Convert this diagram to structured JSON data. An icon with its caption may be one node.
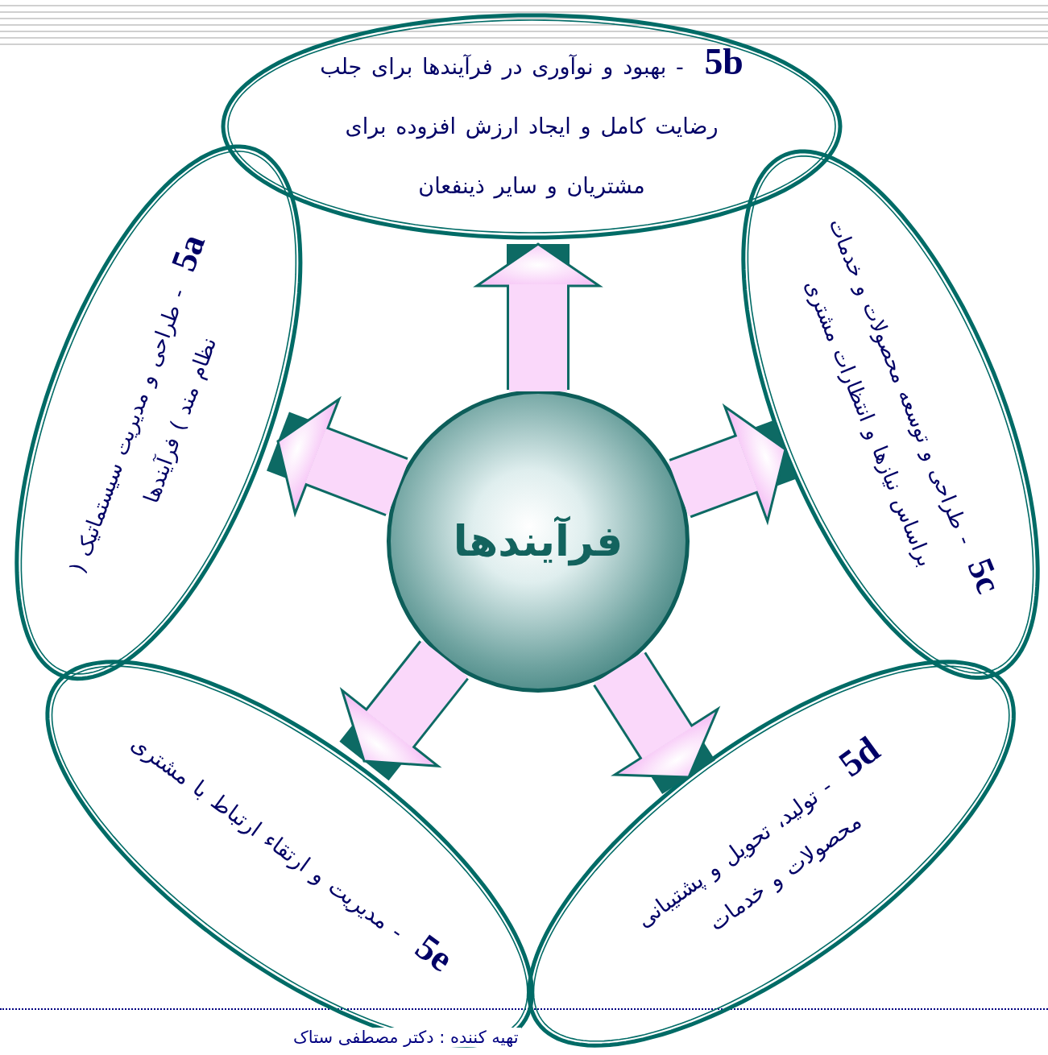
{
  "diagram": {
    "nodes": [
      {
        "text": [
          "**5b** - بهبود و نوآوری در فرآیندها برای جلب رضایت کامل و ایجاد ارزش افزوده برای مشتریان و سایر ذینفعان"
        ]
      },
      {
        "text": [
          "**5a** - طراحی و مدیریت سیستماتیک ( نظام مند ) فرآیندها"
        ]
      },
      {
        "text": [
          "**5c** - طراحی و توسعه محصولات و خدمات براساس نیازها و انتظارات مشتری"
        ]
      },
      {
        "text": [
          "فرآیندها"
        ]
      },
      {
        "text": [
          "**5e** - مدیریت و ارتقاء ارتباط با مشتری"
        ]
      },
      {
        "text": [
          "**5d** - تولید، تحویل و پشتیبانی محصولات و خدمات"
        ]
      }
    ],
    "edges": [
      {
        "from": 3,
        "to": 0,
        "arrow": "to"
      },
      {
        "from": 3,
        "to": 1,
        "arrow": "to"
      },
      {
        "from": 3,
        "to": 2,
        "arrow": "to"
      },
      {
        "from": 3,
        "to": 4,
        "arrow": "to"
      },
      {
        "from": 3,
        "to": 5,
        "arrow": "to"
      }
    ],
    "labels": [
      "تهیه کننده : دکتر مصطفی ستاک"
    ]
  }
}
